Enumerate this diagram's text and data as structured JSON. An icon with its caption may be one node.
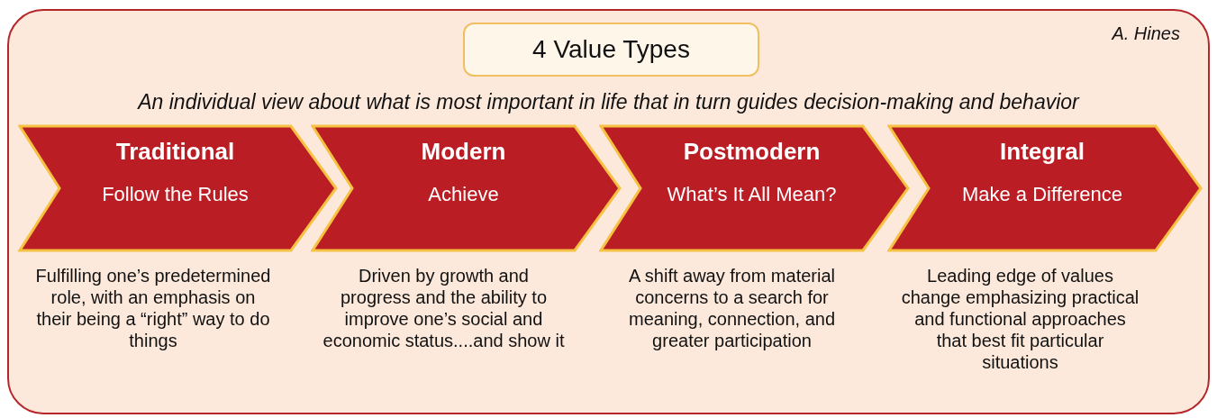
{
  "diagram": {
    "nodes": [
      {
        "text": [
          "4 Value Types"
        ]
      },
      {
        "text": [
          "Traditional",
          "Follow the Rules"
        ],
        "beside": [
          "Fulfilling one’s predetermined role, with an emphasis on their being a “right” way to do things"
        ]
      },
      {
        "text": [
          "Modern",
          "Achieve"
        ],
        "beside": [
          "Driven by growth and progress and the ability to improve one’s social and economic status....and show it"
        ]
      },
      {
        "text": [
          "Postmodern",
          "What’s It All Mean?"
        ],
        "beside": [
          "A shift away from material concerns to a search for meaning, connection, and greater participation"
        ]
      },
      {
        "text": [
          "Integral",
          "Make a Difference"
        ],
        "beside": [
          "Leading edge of values change emphasizing practical and functional approaches that best fit particular situations"
        ]
      }
    ],
    "labels": [
      "A. Hines",
      "An individual view about what is most important in life that in turn guides decision-making and behavior"
    ]
  }
}
